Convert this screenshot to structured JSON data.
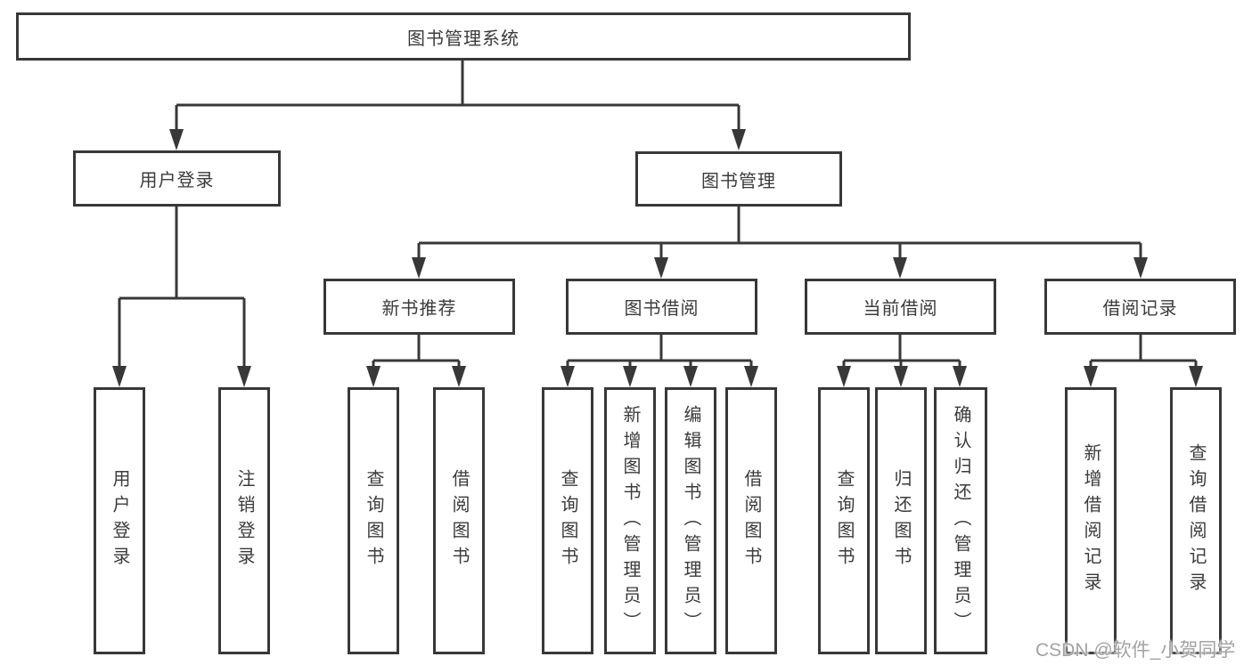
{
  "diagram": {
    "root": {
      "label": "图书管理系统"
    },
    "level2": [
      {
        "label": "用户登录"
      },
      {
        "label": "图书管理"
      }
    ],
    "level3": [
      {
        "label": "新书推荐"
      },
      {
        "label": "图书借阅"
      },
      {
        "label": "当前借阅"
      },
      {
        "label": "借阅记录"
      }
    ],
    "leaves": {
      "user_login": [
        "用户登录",
        "注销登录"
      ],
      "new_books": [
        "查询图书",
        "借阅图书"
      ],
      "book_borrow": [
        "查询图书",
        "新增图书（管理员）",
        "编辑图书（管理员）",
        "借阅图书"
      ],
      "current_borrow": [
        "查询图书",
        "归还图书",
        "确认归还（管理员）"
      ],
      "borrow_records": [
        "新增借阅记录",
        "查询借阅记录"
      ]
    }
  },
  "watermark": {
    "text": "CSDN @软件_小贺同学"
  },
  "colors": {
    "line": "#383838",
    "text": "#3b3b3b",
    "watermark": "#a3a3a3",
    "background": "#ffffff"
  }
}
